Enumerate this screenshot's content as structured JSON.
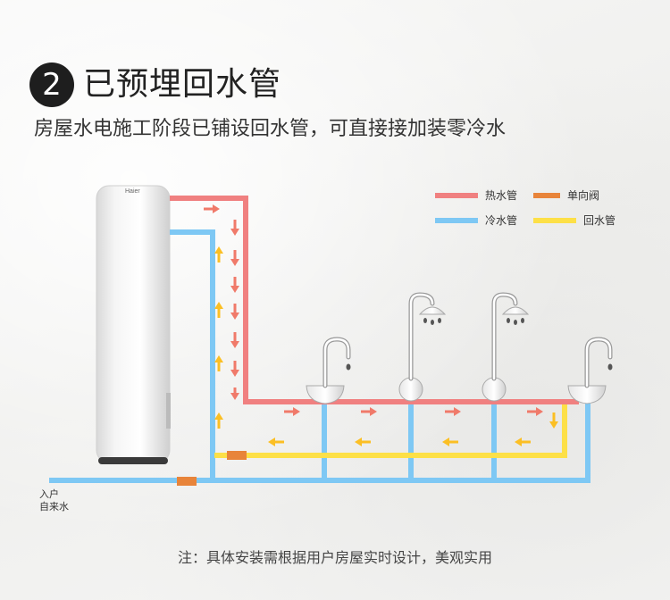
{
  "header": {
    "number": "2",
    "title": "已预埋回水管",
    "subtitle": "房屋水电施工阶段已铺设回水管，可直接接加装零冷水"
  },
  "legend": [
    {
      "label": "热水管",
      "color": "#f08080"
    },
    {
      "label": "单向阀",
      "color": "#e8843a"
    },
    {
      "label": "冷水管",
      "color": "#7ec8f4"
    },
    {
      "label": "回水管",
      "color": "#fde047"
    }
  ],
  "inlet": {
    "line1": "入户",
    "line2": "自来水"
  },
  "heater": {
    "brand": "Haier"
  },
  "note": "注：具体安装需根据用户房屋实时设计，美观实用",
  "colors": {
    "hot": "#f08080",
    "cold": "#7ec8f4",
    "return": "#fde047",
    "valve": "#e8843a",
    "arrow_hot": "#f07a6a",
    "arrow_return": "#fbbf24"
  }
}
